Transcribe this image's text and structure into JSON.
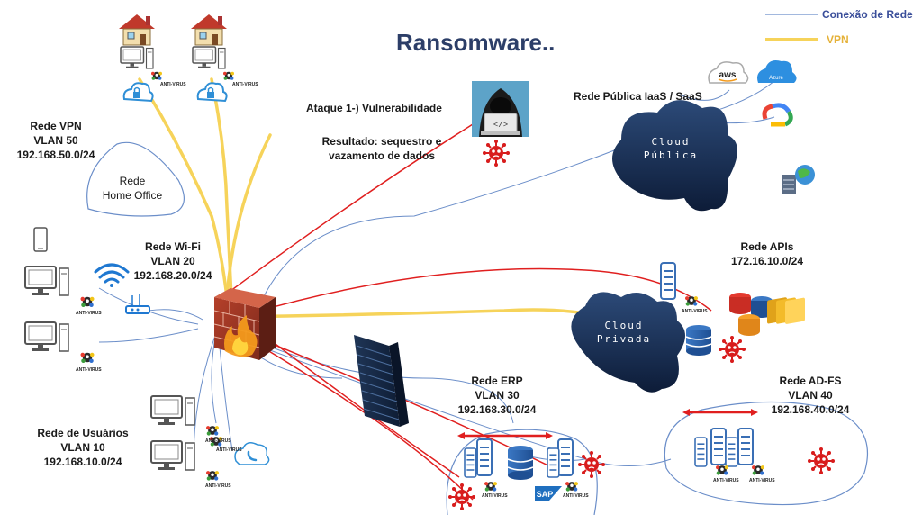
{
  "title": "Ransomware..",
  "legend": {
    "network_label": "Conexão de Rede",
    "vpn_label": "VPN",
    "network_color": "#6b8ec9",
    "vpn_color": "#f6d35a"
  },
  "attack": {
    "label": "Ataque 1-) Vulnerabilidade",
    "result_line1": "Resultado: sequestro e",
    "result_line2": "vazamento de dados",
    "code_glyph": "</>",
    "color": "#e01f1f"
  },
  "vpn_network": {
    "name": "Rede VPN",
    "vlan": "VLAN 50",
    "subnet": "192.168.50.0/24",
    "home_office_line1": "Rede",
    "home_office_line2": "Home Office",
    "antivirus_labels": [
      "ANTI-VIRUS",
      "ANTI-VIRUS"
    ]
  },
  "wifi_network": {
    "name": "Rede Wi-Fi",
    "vlan": "VLAN 20",
    "subnet": "192.168.20.0/24",
    "antivirus_labels": [
      "ANTI-VIRUS",
      "ANTI-VIRUS"
    ]
  },
  "user_network": {
    "name": "Rede de Usuários",
    "vlan": "VLAN 10",
    "subnet": "192.168.10.0/24",
    "antivirus_labels": [
      "ANTI-VIRUS",
      "ANTI-VIRUS",
      "ANTI-VIRUS"
    ]
  },
  "public_cloud": {
    "label": "Rede Pública IaaS / SaaS",
    "cloud_line1": "Cloud",
    "cloud_line2": "Pública",
    "aws_text": "aws",
    "azure_text": "Azure"
  },
  "private_cloud": {
    "cloud_line1": "Cloud",
    "cloud_line2": "Privada"
  },
  "api_network": {
    "name": "Rede APIs",
    "subnet": "172.16.10.0/24",
    "antivirus_label": "ANTI-VIRUS"
  },
  "erp_network": {
    "name": "Rede ERP",
    "vlan": "VLAN 30",
    "subnet": "192.168.30.0/24",
    "sap_text": "SAP",
    "antivirus_labels": [
      "ANTI-VIRUS",
      "ANTI-VIRUS"
    ]
  },
  "adfs_network": {
    "name": "Rede AD-FS",
    "vlan": "VLAN 40",
    "subnet": "192.168.40.0/24",
    "antivirus_labels": [
      "ANTI-VIRUS",
      "ANTI-VIRUS"
    ]
  }
}
